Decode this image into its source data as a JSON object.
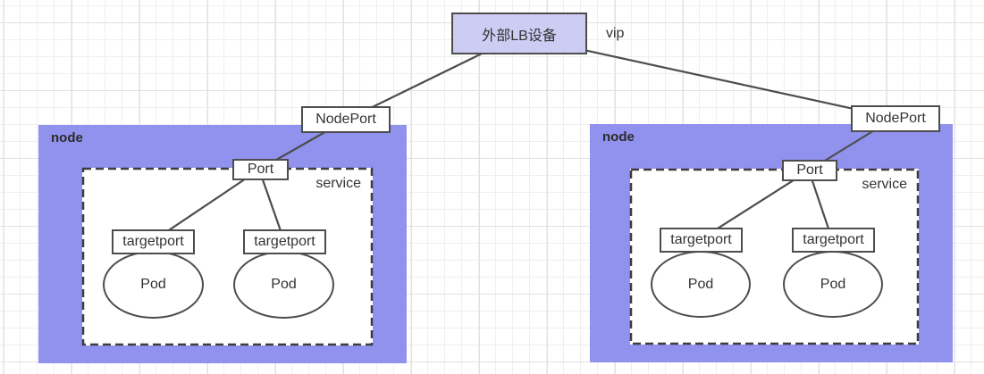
{
  "lb": {
    "label": "外部LB设备",
    "vip_label": "vip"
  },
  "nodes": [
    {
      "label": "node",
      "nodeport_label": "NodePort",
      "service": {
        "label": "service",
        "port_label": "Port",
        "pods": [
          {
            "targetport_label": "targetport",
            "pod_label": "Pod"
          },
          {
            "targetport_label": "targetport",
            "pod_label": "Pod"
          }
        ]
      }
    },
    {
      "label": "node",
      "nodeport_label": "NodePort",
      "service": {
        "label": "service",
        "port_label": "Port",
        "pods": [
          {
            "targetport_label": "targetport",
            "pod_label": "Pod"
          },
          {
            "targetport_label": "targetport",
            "pod_label": "Pod"
          }
        ]
      }
    }
  ],
  "colors": {
    "node_fill": "#9191ee",
    "lb_fill": "#cdcdf4",
    "shape_border": "#4d4d4d",
    "service_dash_border": "#3d3d3d",
    "connector": "#4d4d4d",
    "text": "#333333",
    "canvas_bg": "#ffffff",
    "grid_minor": "#efefef",
    "grid_major": "#e2e2e2"
  }
}
